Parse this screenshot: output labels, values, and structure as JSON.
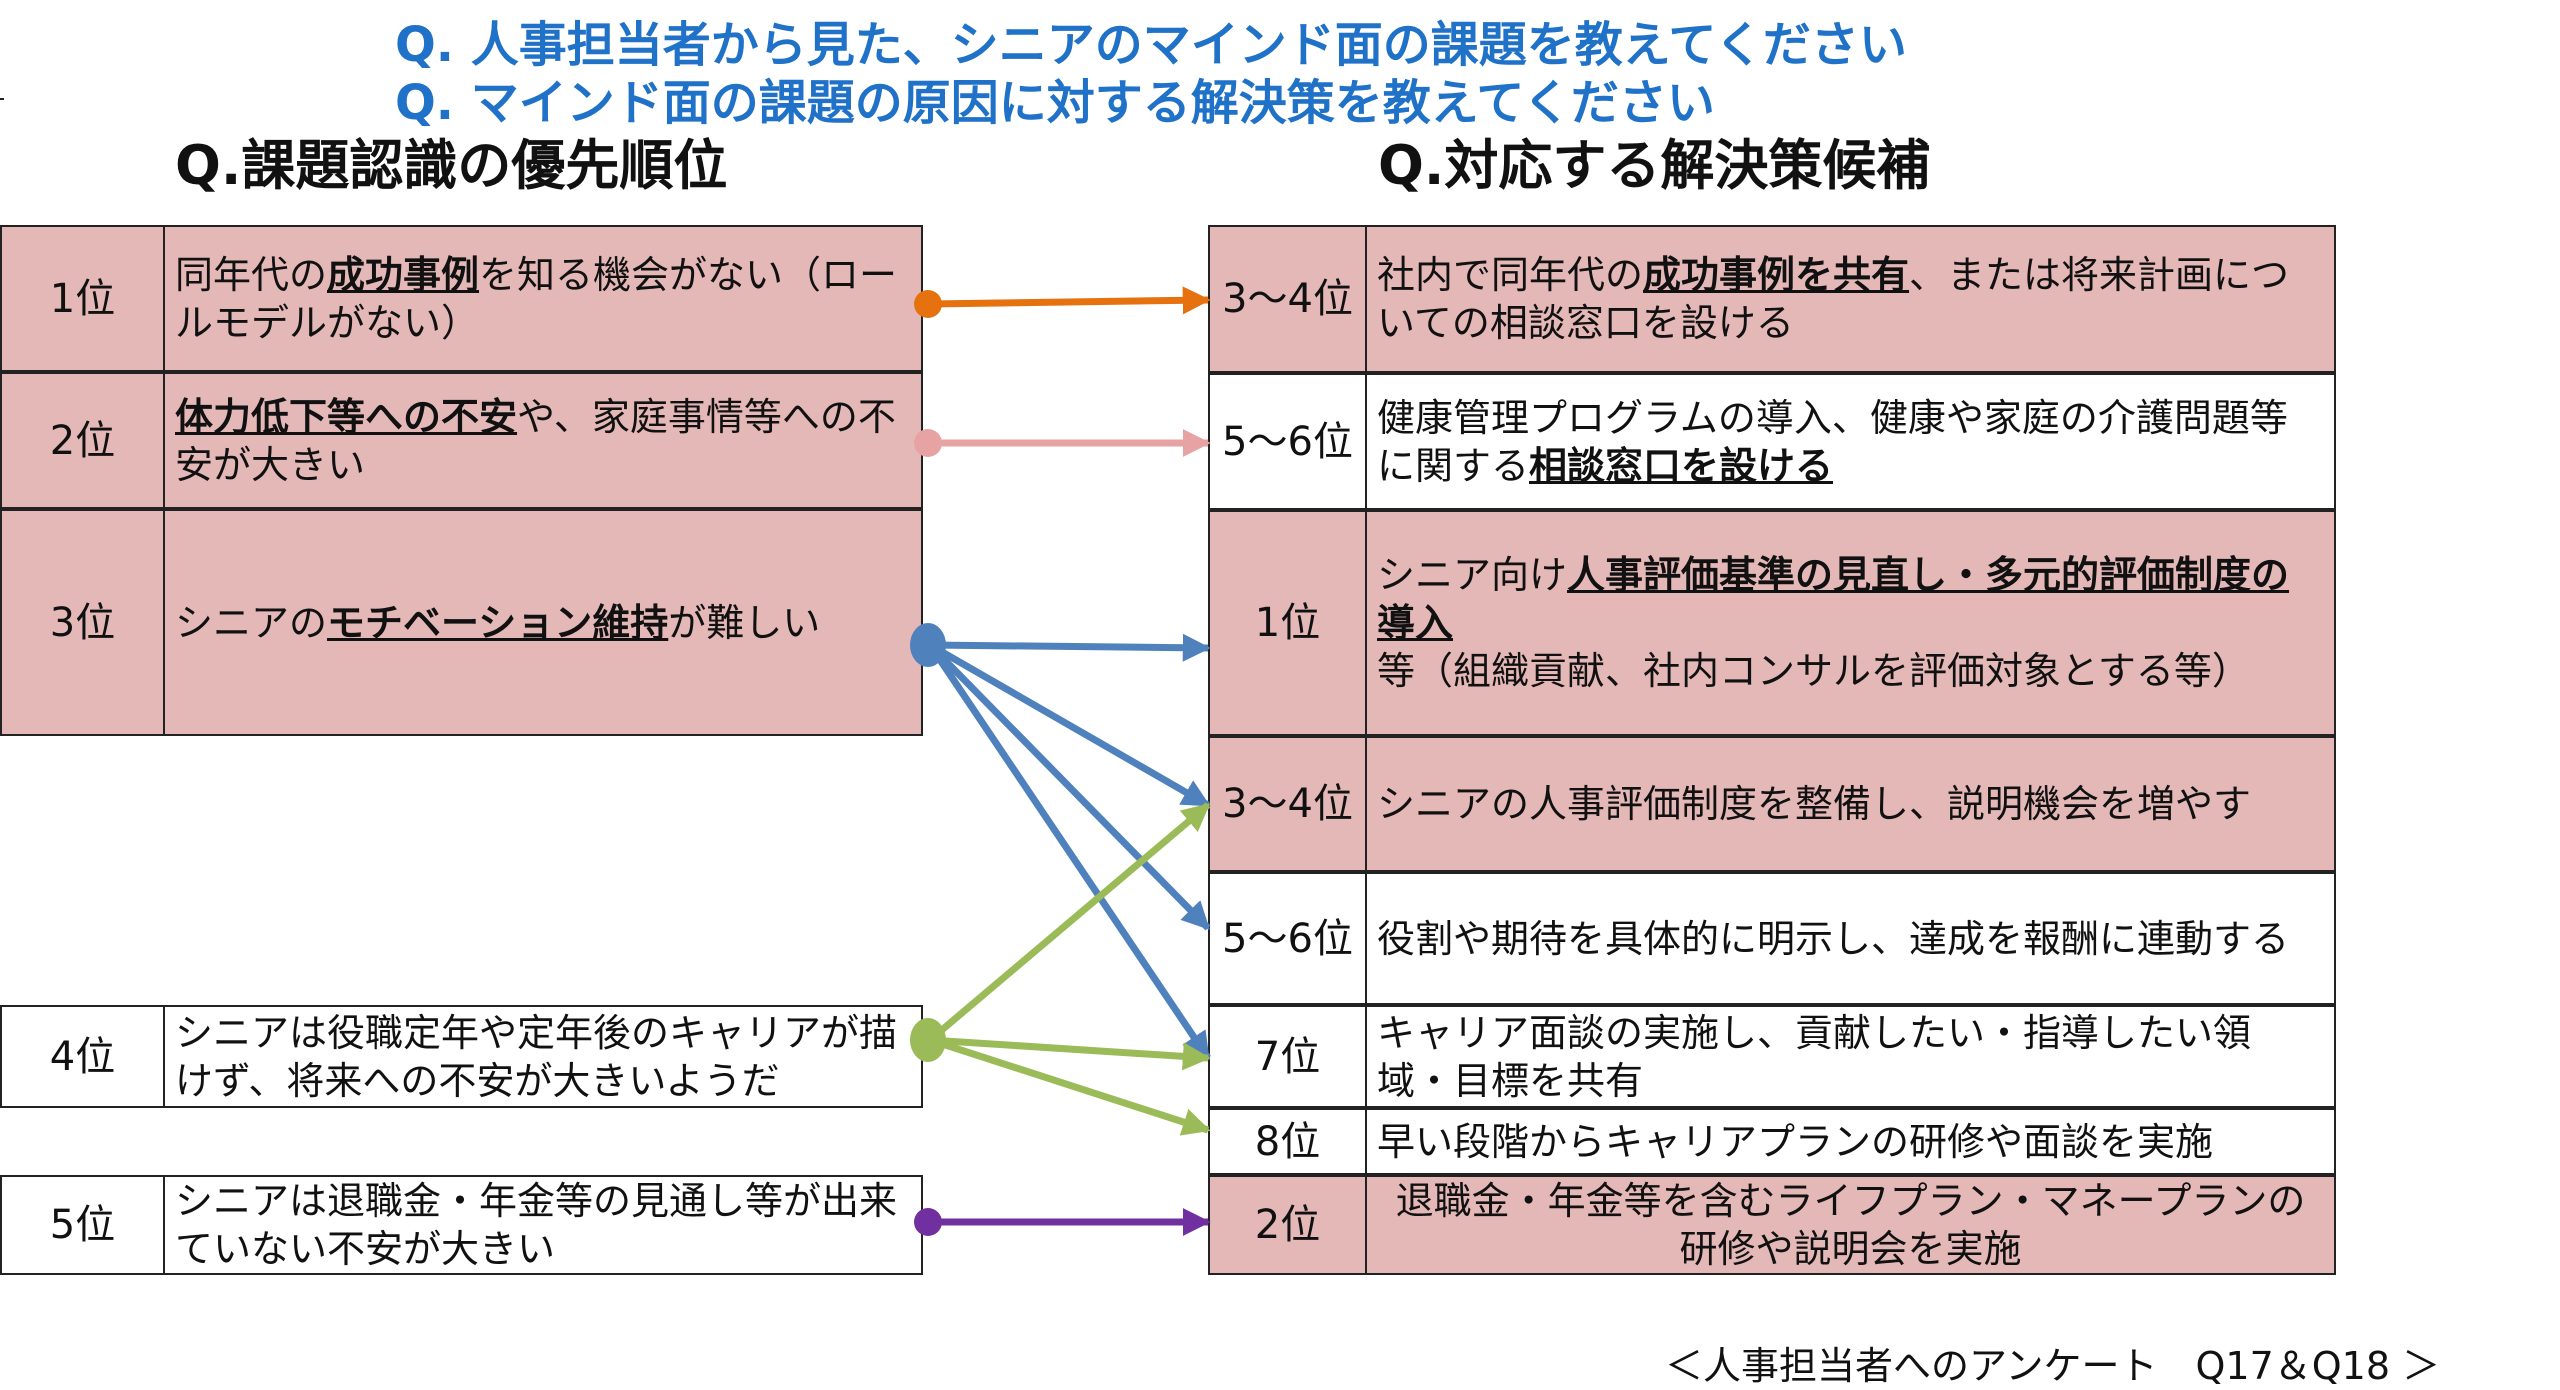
{
  "header": {
    "question1": "Q. 人事担当者から見た、シニアのマインド面の課題を教えてください",
    "question2": "Q. マインド面の課題の原因に対する解決策を教えてください"
  },
  "left": {
    "title": "Q.課題認識の優先順位",
    "items": [
      {
        "rank": "1位",
        "parts": [
          {
            "t": "同年代の"
          },
          {
            "t": "成功事例",
            "hl": true
          },
          {
            "t": "を知る機会がない（ロールモデルがない）"
          }
        ]
      },
      {
        "rank": "2位",
        "parts": [
          {
            "t": "体力低下等への不安",
            "hl": true
          },
          {
            "t": "や、家庭事情等への不安が大きい"
          }
        ]
      },
      {
        "rank": "3位",
        "parts": [
          {
            "t": "シニアの"
          },
          {
            "t": "モチベーション維持",
            "hl": true
          },
          {
            "t": "が難しい"
          }
        ]
      },
      {
        "rank": "4位",
        "parts": [
          {
            "t": "シニアは役職定年や定年後のキャリアが描けず、将来への不安が大きいようだ"
          }
        ]
      },
      {
        "rank": "5位",
        "parts": [
          {
            "t": "シニアは退職金・年金等の見通し等が出来ていない不安が大きい"
          }
        ]
      }
    ]
  },
  "right": {
    "title": "Q.対応する解決策候補",
    "items": [
      {
        "rank": "3～4位",
        "parts": [
          {
            "t": "社内で同年代の"
          },
          {
            "t": "成功事例を共有",
            "hl": true
          },
          {
            "t": "、または将来計画についての相談窓口を設ける"
          }
        ]
      },
      {
        "rank": "5～6位",
        "parts": [
          {
            "t": "健康管理プログラムの導入、健康や家庭の介護問題等に関する"
          },
          {
            "t": "相談窓口を設ける",
            "hl": true
          }
        ]
      },
      {
        "rank": "1位",
        "parts": [
          {
            "t": "シニア向け"
          },
          {
            "t": "人事評価基準の見直し・多元的評価制度の導入",
            "hl": true
          },
          {
            "t": "等（組織貢献、社内コンサルを評価対象とする等）"
          }
        ]
      },
      {
        "rank": "3～4位",
        "parts": [
          {
            "t": "シニアの人事評価制度を整備し、説明機会を増やす"
          }
        ]
      },
      {
        "rank": "5～6位",
        "parts": [
          {
            "t": "役割や期待を具体的に明示し、達成を報酬に連動する"
          }
        ]
      },
      {
        "rank": "7位",
        "parts": [
          {
            "t": "キャリア面談の実施し、貢献したい・指導したい領域・目標を共有"
          }
        ]
      },
      {
        "rank": "8位",
        "parts": [
          {
            "t": "早い段階からキャリアプランの研修や面談を実施"
          }
        ]
      },
      {
        "rank": "2位",
        "parts": [
          {
            "t": "退職金・年金等を含むライフプラン・マネープランの研修や説明会を実施"
          }
        ]
      }
    ]
  },
  "connections": [
    {
      "from": 0,
      "to": 0,
      "color": "#e5720e"
    },
    {
      "from": 1,
      "to": 1,
      "color": "#e7a3a3"
    },
    {
      "from": 2,
      "to": 2,
      "color": "#4f81bd"
    },
    {
      "from": 2,
      "to": 3,
      "color": "#4f81bd"
    },
    {
      "from": 2,
      "to": 4,
      "color": "#4f81bd"
    },
    {
      "from": 2,
      "to": 5,
      "color": "#4f81bd"
    },
    {
      "from": 3,
      "to": 3,
      "color": "#9bbb59"
    },
    {
      "from": 3,
      "to": 5,
      "color": "#9bbb59"
    },
    {
      "from": 3,
      "to": 6,
      "color": "#9bbb59"
    },
    {
      "from": 4,
      "to": 7,
      "color": "#7030a0"
    }
  ],
  "footer": "＜人事担当者へのアンケート　Q17＆Q18 ＞"
}
